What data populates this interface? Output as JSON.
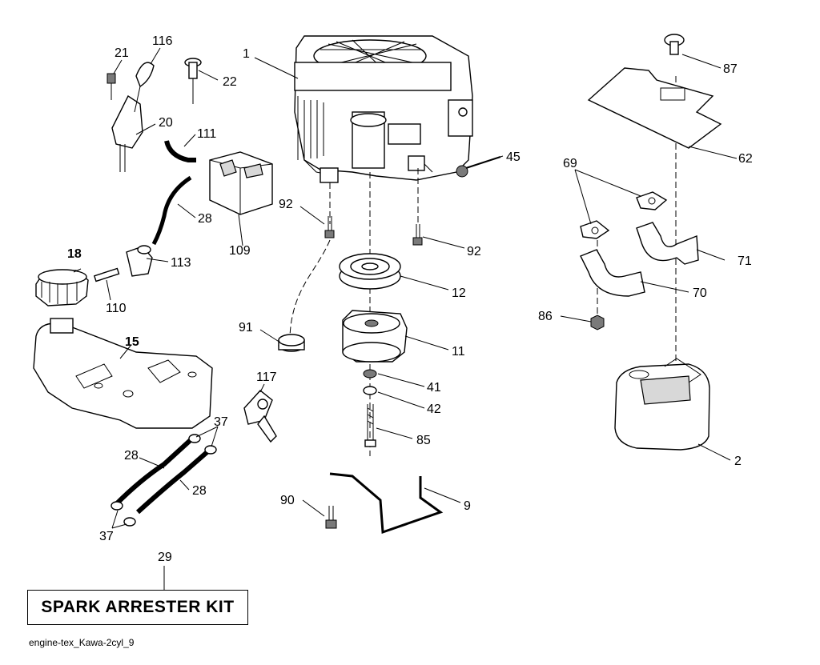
{
  "diagram": {
    "footer_code": "engine-tex_Kawa-2cyl_9",
    "kit_label": "SPARK ARRESTER KIT",
    "callouts": {
      "c1": "1",
      "c2": "2",
      "c9": "9",
      "c11": "11",
      "c12": "12",
      "c15": "15",
      "c18": "18",
      "c20": "20",
      "c21": "21",
      "c22": "22",
      "c28a": "28",
      "c28b": "28",
      "c28c": "28",
      "c29": "29",
      "c37a": "37",
      "c37b": "37",
      "c41": "41",
      "c42": "42",
      "c45": "45",
      "c62": "62",
      "c69": "69",
      "c70": "70",
      "c71": "71",
      "c85": "85",
      "c86": "86",
      "c87": "87",
      "c90": "90",
      "c91": "91",
      "c92a": "92",
      "c92b": "92",
      "c109": "109",
      "c110": "110",
      "c111": "111",
      "c113": "113",
      "c116": "116",
      "c117": "117"
    }
  }
}
